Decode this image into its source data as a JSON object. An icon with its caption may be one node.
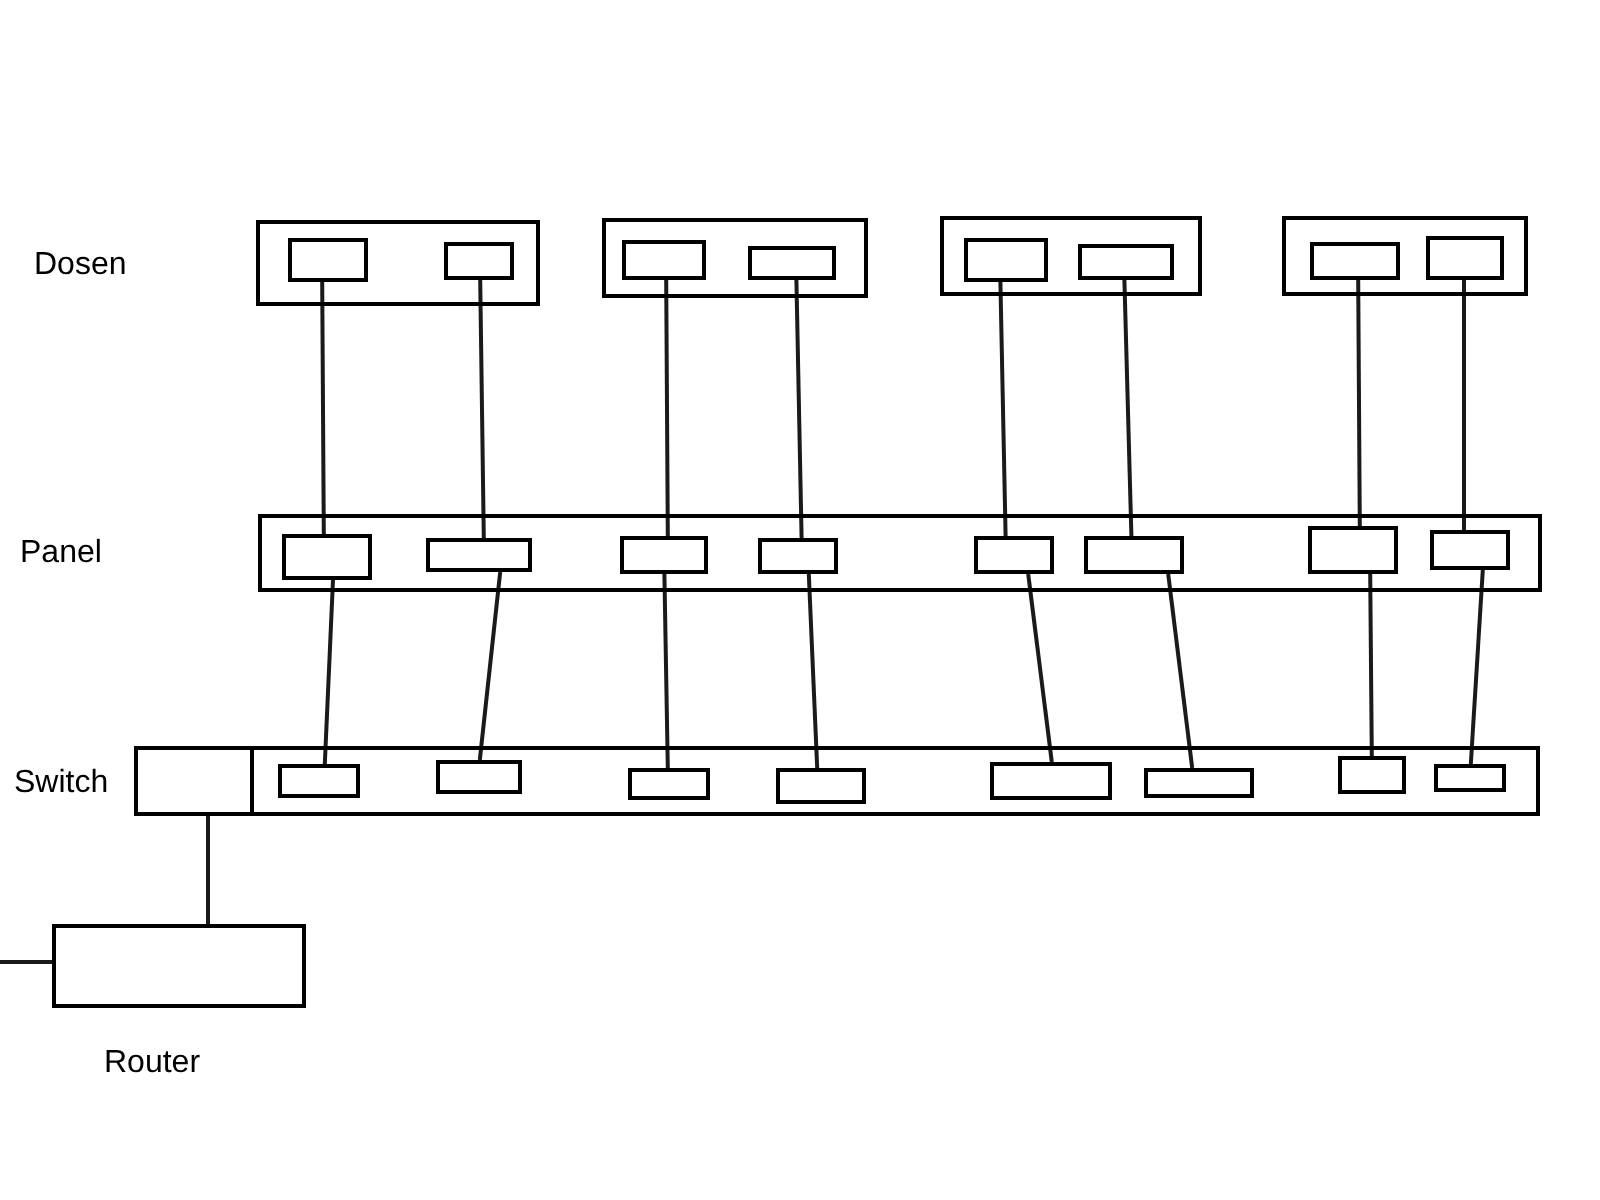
{
  "diagram": {
    "nodes": [
      {
        "text": [],
        "shape": "box"
      },
      {
        "text": [],
        "shape": "box",
        "in": 0
      },
      {
        "text": [],
        "shape": "box",
        "in": 0
      },
      {
        "text": [],
        "shape": "box"
      },
      {
        "text": [],
        "shape": "box",
        "in": 3
      },
      {
        "text": [],
        "shape": "box",
        "in": 3
      },
      {
        "text": [],
        "shape": "box"
      },
      {
        "text": [],
        "shape": "box",
        "in": 6
      },
      {
        "text": [],
        "shape": "box",
        "in": 6
      },
      {
        "text": [],
        "shape": "box"
      },
      {
        "text": [],
        "shape": "box",
        "in": 9
      },
      {
        "text": [],
        "shape": "box",
        "in": 9
      },
      {
        "text": [],
        "shape": "box"
      },
      {
        "text": [],
        "shape": "box",
        "in": 12
      },
      {
        "text": [],
        "shape": "box",
        "in": 12
      },
      {
        "text": [],
        "shape": "box",
        "in": 12
      },
      {
        "text": [],
        "shape": "box",
        "in": 12
      },
      {
        "text": [],
        "shape": "box",
        "in": 12
      },
      {
        "text": [],
        "shape": "box",
        "in": 12
      },
      {
        "text": [],
        "shape": "box",
        "in": 12
      },
      {
        "text": [],
        "shape": "box",
        "in": 12
      },
      {
        "text": [],
        "shape": "box",
        "beside": [
          "Switch"
        ]
      },
      {
        "text": [],
        "shape": "box",
        "in": 21
      },
      {
        "text": [],
        "shape": "box",
        "in": 21
      },
      {
        "text": [],
        "shape": "box",
        "in": 21
      },
      {
        "text": [],
        "shape": "box",
        "in": 21
      },
      {
        "text": [],
        "shape": "box",
        "in": 21
      },
      {
        "text": [],
        "shape": "box",
        "in": 21
      },
      {
        "text": [],
        "shape": "box",
        "in": 21
      },
      {
        "text": [],
        "shape": "box",
        "in": 21
      },
      {
        "text": [],
        "shape": "box",
        "in": 21
      },
      {
        "text": [],
        "shape": "box",
        "beside": [
          "Router"
        ]
      }
    ],
    "edges": [
      {
        "from": 1,
        "to": 13,
        "arrow": "none"
      },
      {
        "from": 2,
        "to": 14,
        "arrow": "none"
      },
      {
        "from": 4,
        "to": 15,
        "arrow": "none"
      },
      {
        "from": 5,
        "to": 16,
        "arrow": "none"
      },
      {
        "from": 7,
        "to": 17,
        "arrow": "none"
      },
      {
        "from": 8,
        "to": 18,
        "arrow": "none"
      },
      {
        "from": 10,
        "to": 19,
        "arrow": "none"
      },
      {
        "from": 11,
        "to": 20,
        "arrow": "none"
      },
      {
        "from": 13,
        "to": 23,
        "arrow": "none"
      },
      {
        "from": 14,
        "to": 24,
        "arrow": "none"
      },
      {
        "from": 15,
        "to": 25,
        "arrow": "none"
      },
      {
        "from": 16,
        "to": 26,
        "arrow": "none"
      },
      {
        "from": 17,
        "to": 27,
        "arrow": "none"
      },
      {
        "from": 18,
        "to": 28,
        "arrow": "none"
      },
      {
        "from": 19,
        "to": 29,
        "arrow": "none"
      },
      {
        "from": 20,
        "to": 30,
        "arrow": "none"
      },
      {
        "from": 22,
        "to": 31,
        "arrow": "none"
      },
      {
        "from": null,
        "to": 31,
        "arrow": "none"
      }
    ],
    "labels": [
      "Dosen",
      "Panel"
    ]
  }
}
